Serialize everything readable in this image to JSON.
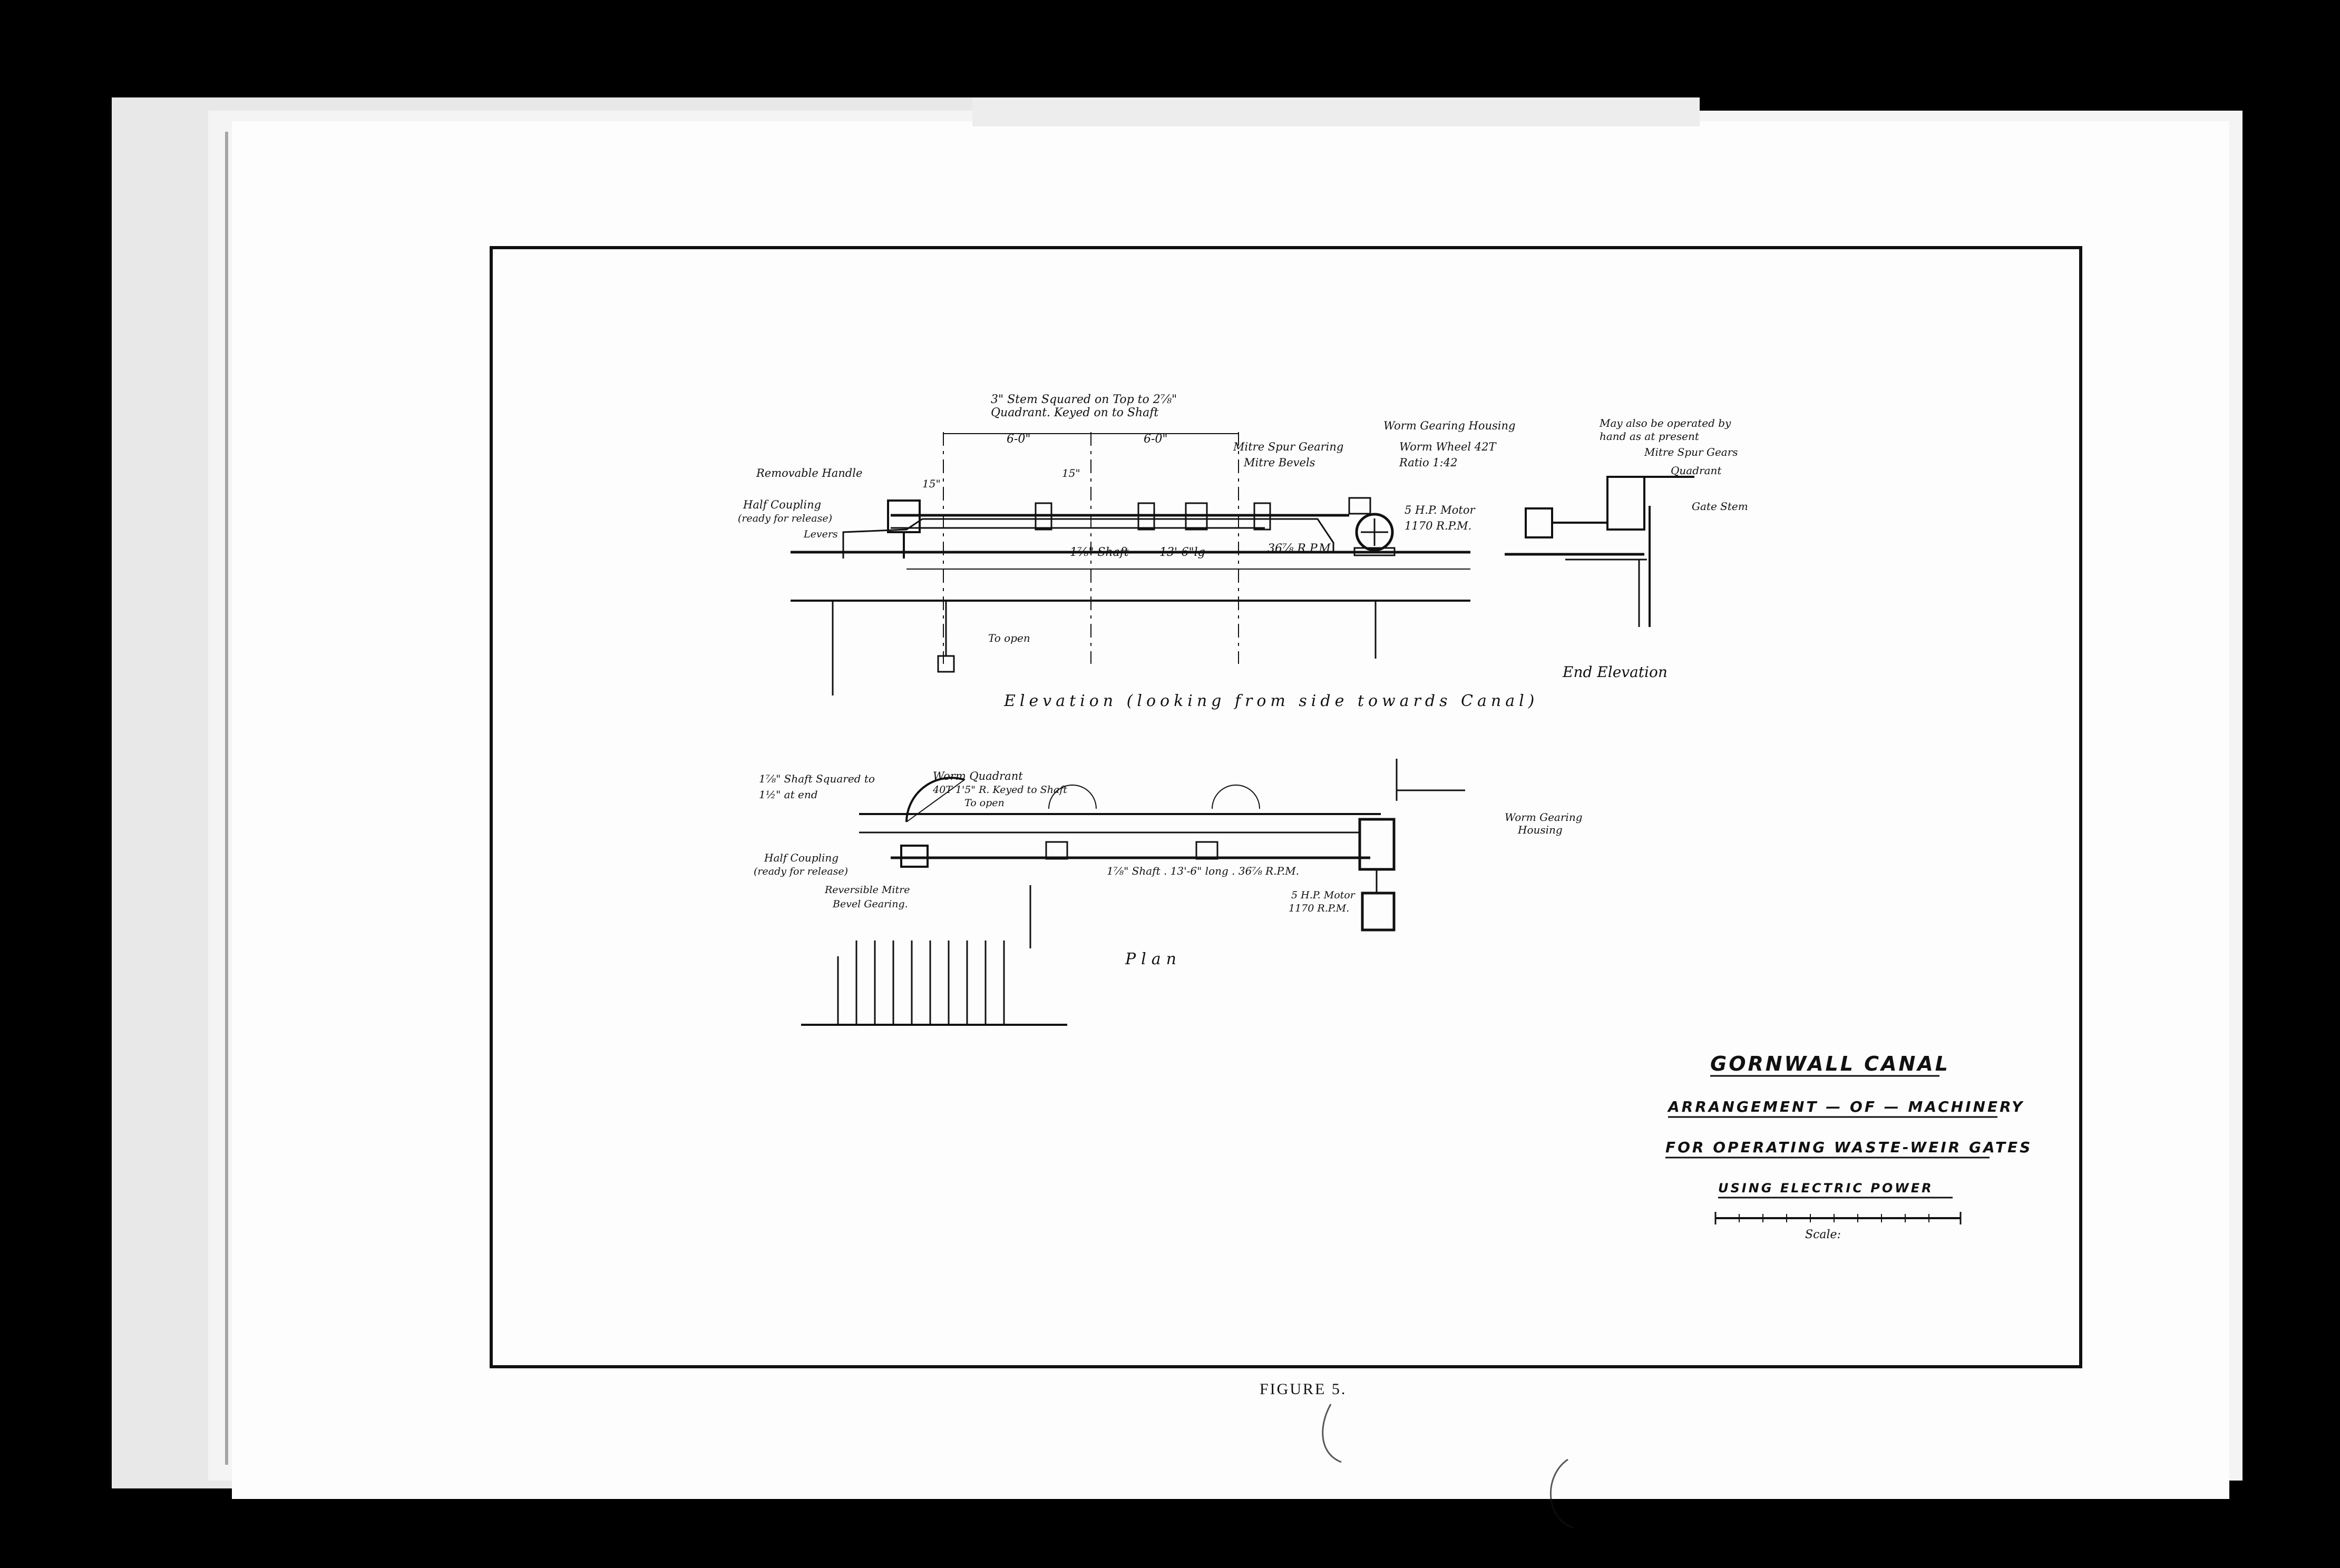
{
  "sheet": {
    "title": "GORNWALL CANAL",
    "subtitle_lines": [
      "ARRANGEMENT — OF — MACHINERY",
      "FOR OPERATING WASTE-WEIR GATES",
      "USING ELECTRIC POWER"
    ],
    "scale_label": "Scale:",
    "caption": "FIGURE 5."
  },
  "elevation": {
    "view_label": "Elevation (looking from side towards Canal)",
    "labels": {
      "stem_squared": "3\" Stem Squared on Top to 2⅞\"",
      "quadrant_keyed": "Quadrant. Keyed on to Shaft",
      "dim_6a": "6-0\"",
      "dim_6b": "6-0\"",
      "dim_15a": "15\"",
      "dim_15b": "15\"",
      "removable_handle": "Removable Handle",
      "half_coupling": "Half Coupling",
      "ready_release": "(ready for release)",
      "levers": "Levers",
      "shaft": "1⅞\" Shaft",
      "shaft_len": "13'-6\"lg",
      "rpm": "36⅞ R.P.M.",
      "mitre_spur": "Mitre Spur Gearing",
      "mitre_bevels": "Mitre Bevels",
      "worm_housing": "Worm Gearing Housing",
      "worm_wheel": "Worm Wheel 42T",
      "ratio": "Ratio 1:42",
      "motor": "5 H.P. Motor",
      "motor_rpm": "1170 R.P.M.",
      "to_open": "To open"
    }
  },
  "end_elevation": {
    "view_label": "End Elevation",
    "labels": {
      "may_also": "May also be operated by",
      "hand_present": "hand as at present",
      "mitre_spur_gears": "Mitre Spur Gears",
      "quadrant": "Quadrant",
      "gate_stem": "Gate Stem"
    }
  },
  "plan": {
    "view_label": "Plan",
    "labels": {
      "worm_quadrant": "Worm Quadrant",
      "quadrant_spec": "40T 1'5\" R. Keyed to Shaft",
      "to_open": "To open",
      "shaft_squared": "1⅞\" Shaft Squared to",
      "at_end": "1½\" at end",
      "half_coupling": "Half Coupling",
      "ready_release": "(ready for release)",
      "reversible": "Reversible Mitre",
      "bevel_gearing": "Bevel Gearing.",
      "shaft_spec": "1⅞\" Shaft . 13'-6\" long . 36⅞ R.P.M.",
      "worm_housing": "Worm Gearing",
      "housing": "Housing",
      "motor": "5 H.P. Motor",
      "motor_rpm": "1170 R.P.M."
    }
  }
}
